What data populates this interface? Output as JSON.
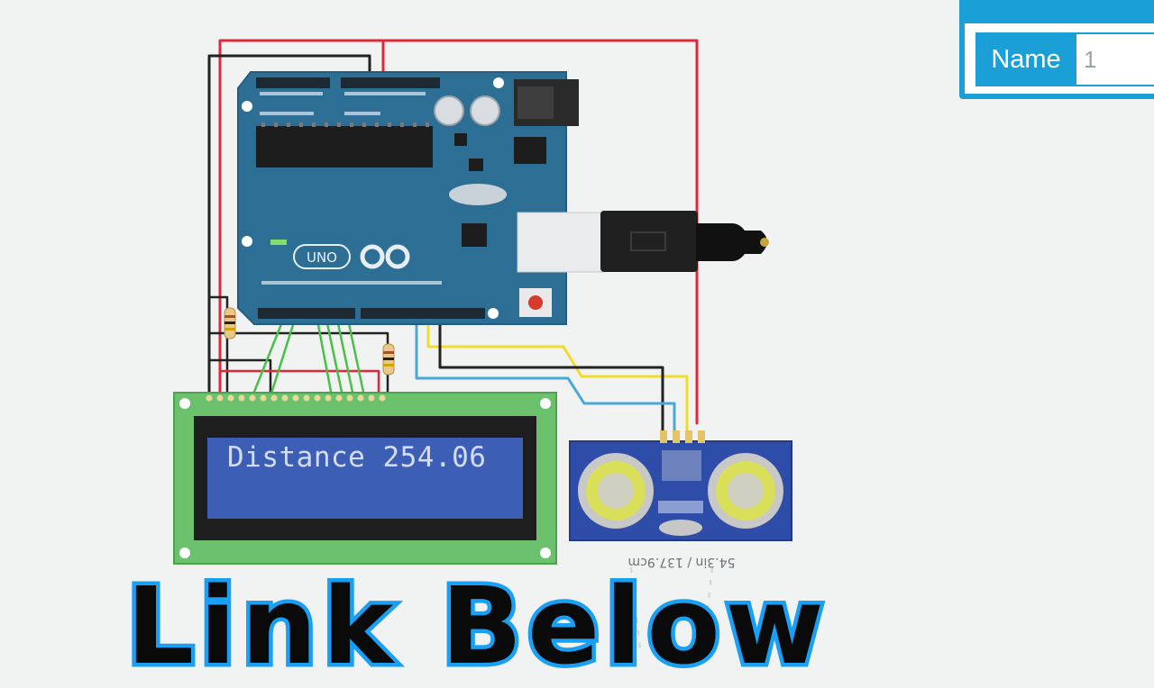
{
  "properties_panel": {
    "name_label": "Name",
    "name_value": "1"
  },
  "lcd": {
    "display_text": "Distance 254.06"
  },
  "sensor": {
    "readout": "54.3in / 137.9cm"
  },
  "banner": {
    "text": "Link Below"
  },
  "colors": {
    "panel_accent": "#1a9fd6",
    "arduino_board": "#2d6e95",
    "lcd_pcb": "#6cc16d",
    "lcd_screen": "#3c5fb5",
    "sensor_board": "#2e4da8",
    "wire_red": "#e0283a",
    "wire_black": "#222222",
    "wire_green": "#48c048",
    "wire_yellow": "#f2dc2a",
    "wire_blue": "#4aa8d8",
    "banner_outline": "#19a0f5"
  },
  "icons": [
    "arduino-logo-icon",
    "usb-cable-icon",
    "reset-button-icon",
    "ultrasonic-transducer-icon"
  ]
}
